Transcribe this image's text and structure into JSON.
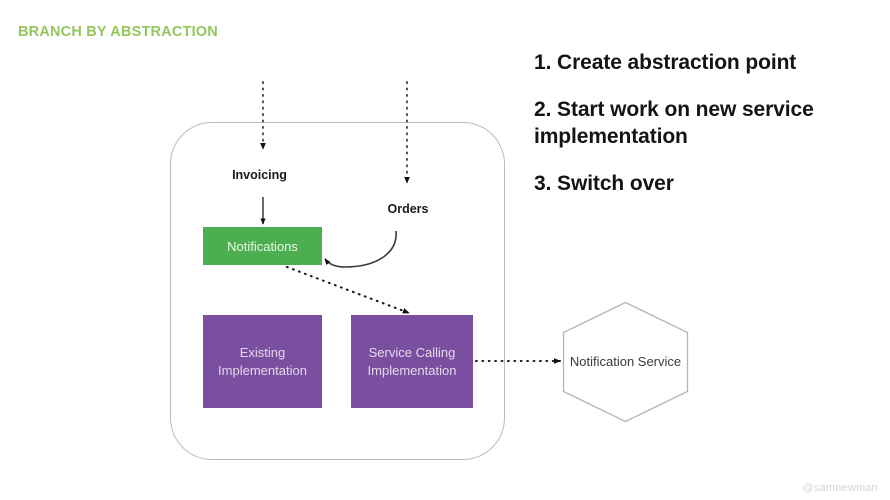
{
  "slide": {
    "title": "BRANCH BY ABSTRACTION",
    "title_color": "#93c75c",
    "background": "#ffffff",
    "watermark": "@samnewman"
  },
  "steps": [
    {
      "text": "1. Create abstraction point"
    },
    {
      "text": "2. Start work on new service implementation"
    },
    {
      "text": "3. Switch over"
    }
  ],
  "diagram": {
    "boundary_name": "service-boundary",
    "nodes": [
      {
        "id": "invoicing",
        "label": "Invoicing",
        "style": "dotted-box",
        "color": "#ffffff"
      },
      {
        "id": "orders",
        "label": "Orders",
        "style": "dotted-box",
        "color": "#ffffff"
      },
      {
        "id": "notifications",
        "label": "Notifications",
        "style": "filled-box",
        "color": "#4cae4f"
      },
      {
        "id": "existing-implementation",
        "label": "Existing Implementation",
        "style": "filled-box",
        "color": "#7b4fa0"
      },
      {
        "id": "service-calling-implementation",
        "label": "Service Calling Implementation",
        "style": "filled-box",
        "color": "#7b4fa0"
      },
      {
        "id": "notification-service",
        "label": "Notification Service",
        "style": "hexagon",
        "color": "#ffffff"
      }
    ],
    "connectors": [
      {
        "from": "external-top-left",
        "to": "invoicing",
        "style": "dotted",
        "direction": "down"
      },
      {
        "from": "external-top-right",
        "to": "orders",
        "style": "dotted",
        "direction": "down"
      },
      {
        "from": "invoicing",
        "to": "notifications",
        "style": "solid",
        "direction": "down"
      },
      {
        "from": "orders",
        "to": "notifications",
        "style": "solid-curved",
        "direction": "left"
      },
      {
        "from": "notifications",
        "to": "service-calling-implementation",
        "style": "dotted",
        "direction": "down-right"
      },
      {
        "from": "service-calling-implementation",
        "to": "notification-service",
        "style": "dotted",
        "direction": "right"
      }
    ]
  }
}
